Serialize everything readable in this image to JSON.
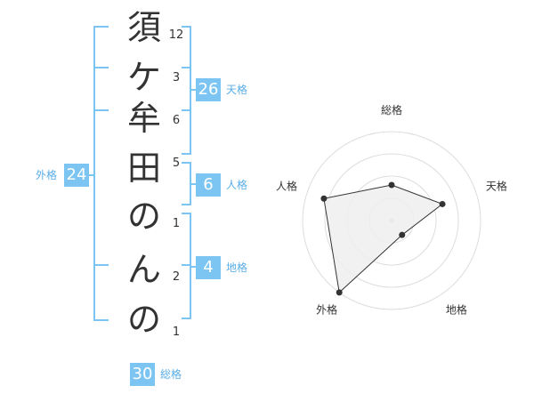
{
  "name_chars": [
    {
      "char": "須",
      "strokes": "12"
    },
    {
      "char": "ケ",
      "strokes": "3"
    },
    {
      "char": "牟",
      "strokes": "6"
    },
    {
      "char": "田",
      "strokes": "5"
    },
    {
      "char": "の",
      "strokes": "1"
    },
    {
      "char": "ん",
      "strokes": "2"
    },
    {
      "char": "の",
      "strokes": "1"
    }
  ],
  "kakusu": {
    "tenkaku": {
      "value": "26",
      "label": "天格"
    },
    "jinkaku": {
      "value": "6",
      "label": "人格"
    },
    "chikaku": {
      "value": "4",
      "label": "地格"
    },
    "gaikaku": {
      "value": "24",
      "label": "外格"
    },
    "soukaku": {
      "value": "30",
      "label": "総格"
    }
  },
  "colors": {
    "accent": "#7cc5f3",
    "text": "#333333",
    "ring": "#dddddd",
    "fill": "#efefef"
  },
  "chart_data": {
    "type": "radar",
    "axes": [
      "総格",
      "天格",
      "地格",
      "外格",
      "人格"
    ],
    "values": [
      2,
      3,
      1,
      5,
      4
    ],
    "max": 5,
    "rings": 4
  }
}
